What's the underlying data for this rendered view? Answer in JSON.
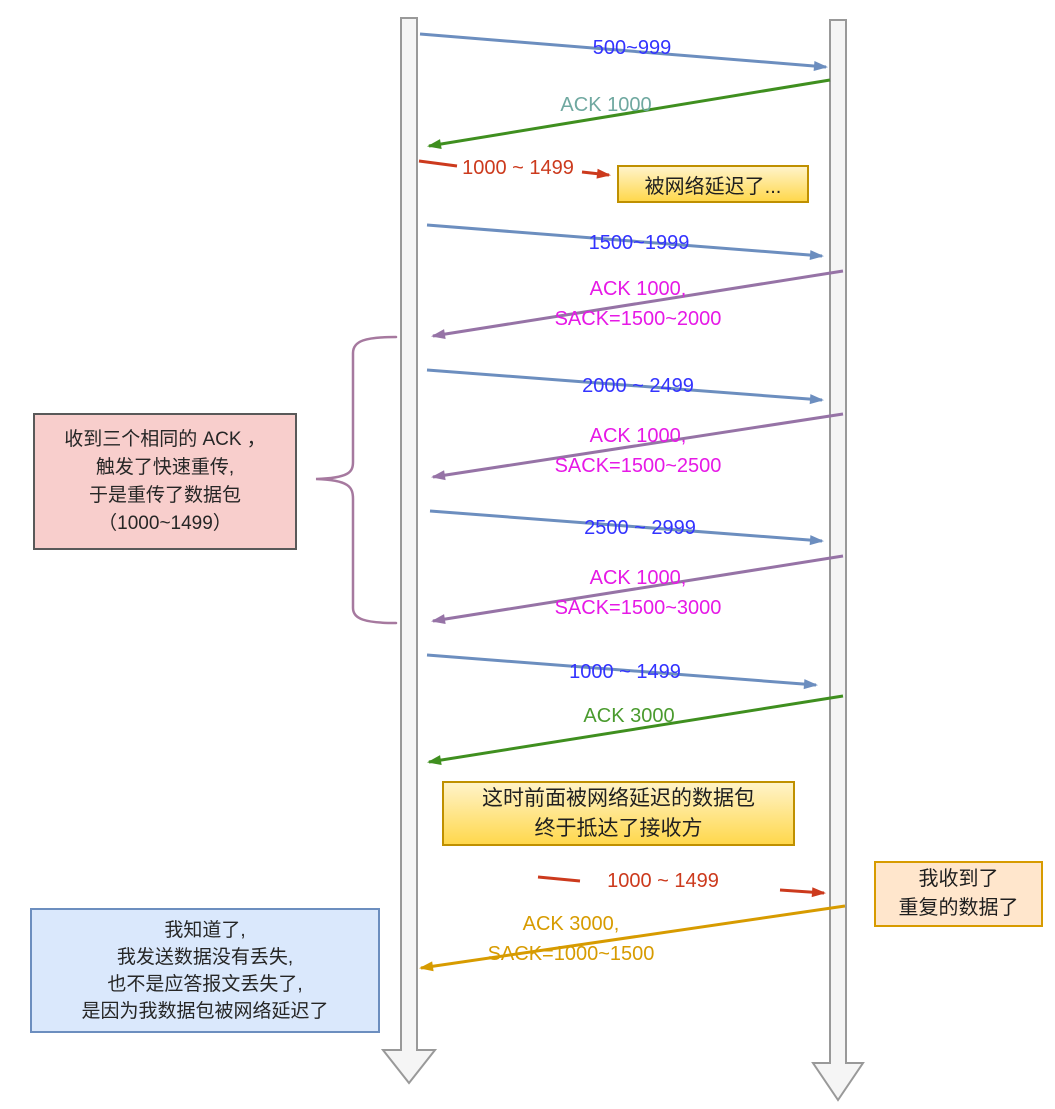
{
  "diagram_title": "TCP D-SACK / delayed packet sequence diagram",
  "colors": {
    "seq_text_blue": "#3333ff",
    "arrow_blue": "#6c8ebf",
    "ack_text_teal": "#6fa8a0",
    "arrow_green": "#3f8f1f",
    "ack_text_green": "#4a9b2e",
    "delayed_red": "#cc3a1d",
    "sack_text_magenta": "#e619e6",
    "arrow_purple": "#9673a6",
    "arrow_orange": "#d79b00",
    "note_yellow_border": "#bf9000",
    "note_peach_fill": "#ffe6cc",
    "note_pink_fill": "#f8cecc",
    "note_blue_fill": "#dae8fc",
    "note_blue_border": "#6c8ebf",
    "lifeline_fill": "#f5f5f5",
    "brace_purple": "#a6799f"
  },
  "messages": {
    "m1": {
      "label": "500~999"
    },
    "m2": {
      "label": "ACK 1000"
    },
    "m3": {
      "label": "1000 ~ 1499"
    },
    "m4": {
      "label": "1500~1999"
    },
    "m5": {
      "line1": "ACK 1000,",
      "line2": "SACK=1500~2000"
    },
    "m6": {
      "label": "2000 ~ 2499"
    },
    "m7": {
      "line1": "ACK 1000,",
      "line2": "SACK=1500~2500"
    },
    "m8": {
      "label": "2500 ~ 2999"
    },
    "m9": {
      "line1": "ACK 1000,",
      "line2": "SACK=1500~3000"
    },
    "m10": {
      "label": "1000 ~ 1499"
    },
    "m11": {
      "label": "ACK 3000"
    },
    "m12": {
      "label": "1000 ~ 1499"
    },
    "m13": {
      "line1": "ACK 3000,",
      "line2": "SACK=1000~1500"
    }
  },
  "notes": {
    "delayed": {
      "text": "被网络延迟了..."
    },
    "arrived": {
      "line1": "这时前面被网络延迟的数据包",
      "line2": "终于抵达了接收方"
    },
    "duplicate": {
      "line1": "我收到了",
      "line2": "重复的数据了"
    },
    "fast_retransmit": {
      "line1": "收到三个相同的 ACK ，",
      "line2": "触发了快速重传,",
      "line3": "于是重传了数据包",
      "line4": "（1000~1499）"
    },
    "conclusion": {
      "line1": "我知道了,",
      "line2": "我发送数据没有丢失,",
      "line3": "也不是应答报文丢失了,",
      "line4": "是因为我数据包被网络延迟了"
    }
  }
}
